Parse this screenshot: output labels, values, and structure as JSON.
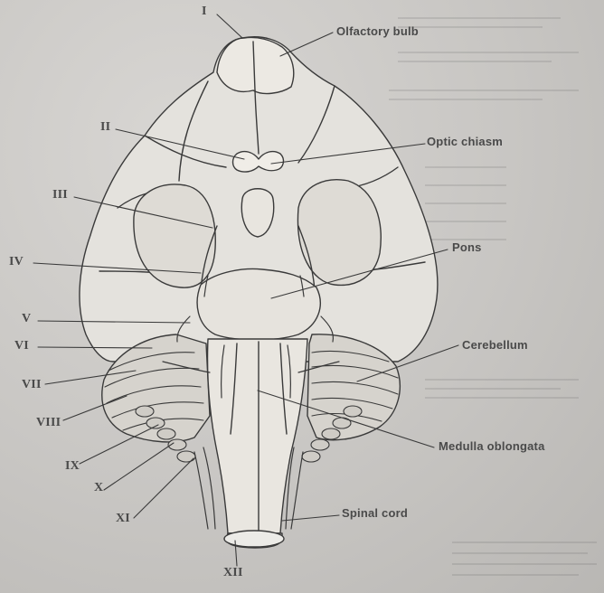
{
  "labels": {
    "olfactory_bulb": "Olfactory bulb",
    "optic_chiasm": "Optic chiasm",
    "pons": "Pons",
    "cerebellum": "Cerebellum",
    "medulla_oblongata": "Medulla oblongata",
    "spinal_cord": "Spinal cord"
  },
  "cranial_nerves": [
    "I",
    "II",
    "III",
    "IV",
    "V",
    "VI",
    "VII",
    "VIII",
    "IX",
    "X",
    "XI",
    "XII"
  ],
  "colors": {
    "ink": "#3a3a3a",
    "paper": "#d9d7d3",
    "label": "#4a4a4a"
  }
}
